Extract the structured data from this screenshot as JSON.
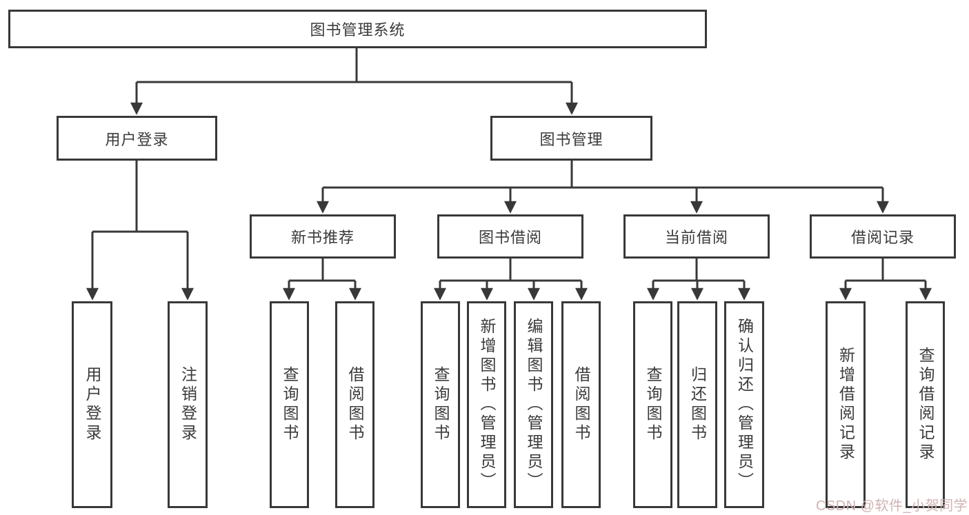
{
  "diagram": {
    "root": {
      "label": "图书管理系统"
    },
    "branches": [
      {
        "label": "用户登录",
        "children": [
          {
            "label": "用户登录"
          },
          {
            "label": "注销登录"
          }
        ]
      },
      {
        "label": "图书管理",
        "children": [
          {
            "label": "新书推荐",
            "children": [
              {
                "label": "查询图书"
              },
              {
                "label": "借阅图书"
              }
            ]
          },
          {
            "label": "图书借阅",
            "children": [
              {
                "label": "查询图书"
              },
              {
                "label": "新增图书（管理员）"
              },
              {
                "label": "编辑图书（管理员）"
              },
              {
                "label": "借阅图书"
              }
            ]
          },
          {
            "label": "当前借阅",
            "children": [
              {
                "label": "查询图书"
              },
              {
                "label": "归还图书"
              },
              {
                "label": "确认归还（管理员）"
              }
            ]
          },
          {
            "label": "借阅记录",
            "children": [
              {
                "label": "新增借阅记录"
              },
              {
                "label": "查询借阅记录"
              }
            ]
          }
        ]
      }
    ]
  },
  "watermark": {
    "text": "CSDN @软件_小贺同学",
    "color": "#d0b3b3"
  },
  "colors": {
    "line": "#383838",
    "text": "#3a3a3a",
    "background": "#ffffff"
  }
}
